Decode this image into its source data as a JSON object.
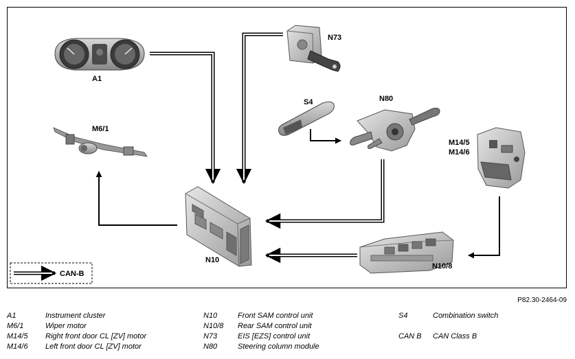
{
  "components": {
    "a1": "A1",
    "m6_1": "M6/1",
    "n73": "N73",
    "s4": "S4",
    "n80": "N80",
    "m14_5": "M14/5",
    "m14_6": "M14/6",
    "n10": "N10",
    "n10_8": "N10/8"
  },
  "can_legend_label": "CAN-B",
  "figure_ref": "P82.30-2464-09",
  "legend": {
    "col1": [
      {
        "code": "A1",
        "text": "Instrument cluster"
      },
      {
        "code": "M6/1",
        "text": "Wiper motor"
      },
      {
        "code": "M14/5",
        "text": "Right front door CL [ZV] motor"
      },
      {
        "code": "M14/6",
        "text": "Left front door CL [ZV] motor"
      }
    ],
    "col2": [
      {
        "code": "N10",
        "text": "Front SAM control unit"
      },
      {
        "code": "N10/8",
        "text": "Rear SAM control unit"
      },
      {
        "code": "N73",
        "text": "EIS [EZS] control unit"
      },
      {
        "code": "N80",
        "text": "Steering column module"
      }
    ],
    "col3": [
      {
        "code": "S4",
        "text": "Combination switch"
      },
      {
        "code": "CAN B",
        "text": "CAN Class B"
      }
    ]
  },
  "colors": {
    "line": "#000000",
    "part_gray": "#a8a8a8",
    "part_dark": "#555555"
  }
}
